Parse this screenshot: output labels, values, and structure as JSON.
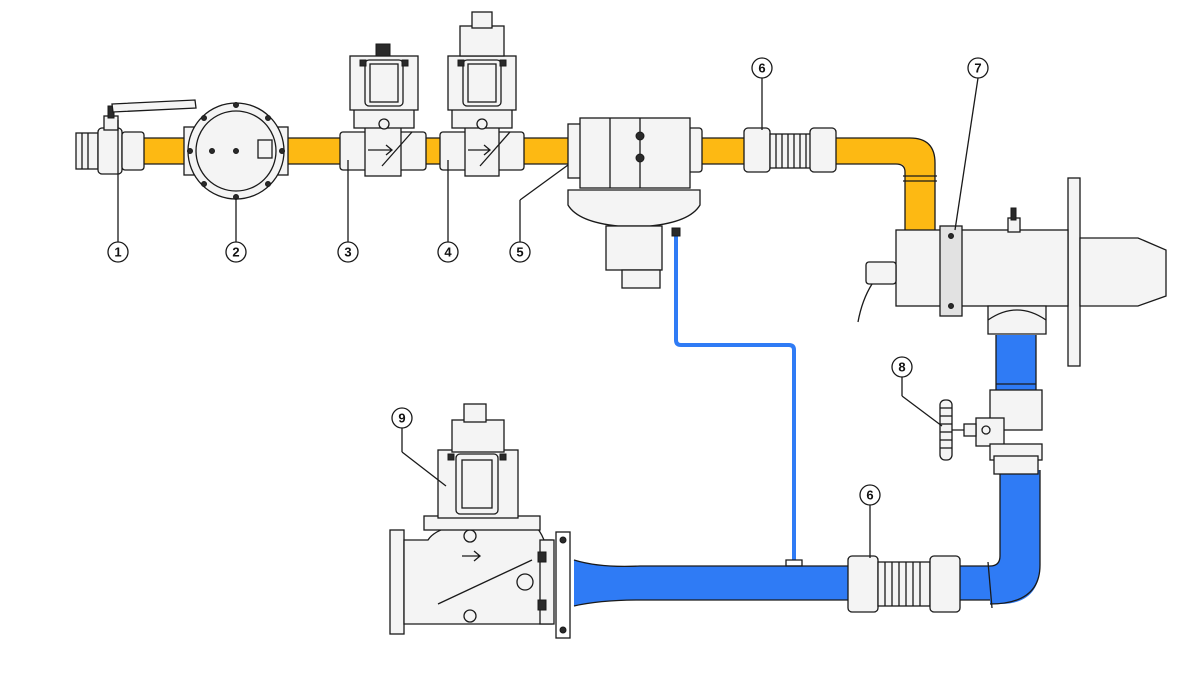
{
  "colors": {
    "gas_line": "#FDB913",
    "air_line": "#2F7BF5",
    "impulse_line": "#2F7BF5",
    "outline": "#1A1A1A",
    "component_fill": "#F4F4F4"
  },
  "callouts": [
    {
      "id": "ball-valve",
      "label": "1"
    },
    {
      "id": "gas-filter",
      "label": "2"
    },
    {
      "id": "solenoid-valve-a",
      "label": "3"
    },
    {
      "id": "solenoid-valve-b",
      "label": "4"
    },
    {
      "id": "pressure-regulator",
      "label": "5"
    },
    {
      "id": "flexible-hose-gas",
      "label": "6"
    },
    {
      "id": "burner",
      "label": "7"
    },
    {
      "id": "air-butterfly-valve",
      "label": "8"
    },
    {
      "id": "air-solenoid-valve",
      "label": "9"
    },
    {
      "id": "flexible-hose-air",
      "label": "6"
    }
  ],
  "icons": [
    "flow-arrow-icon",
    "handwheel-icon",
    "lever-handle-icon"
  ]
}
